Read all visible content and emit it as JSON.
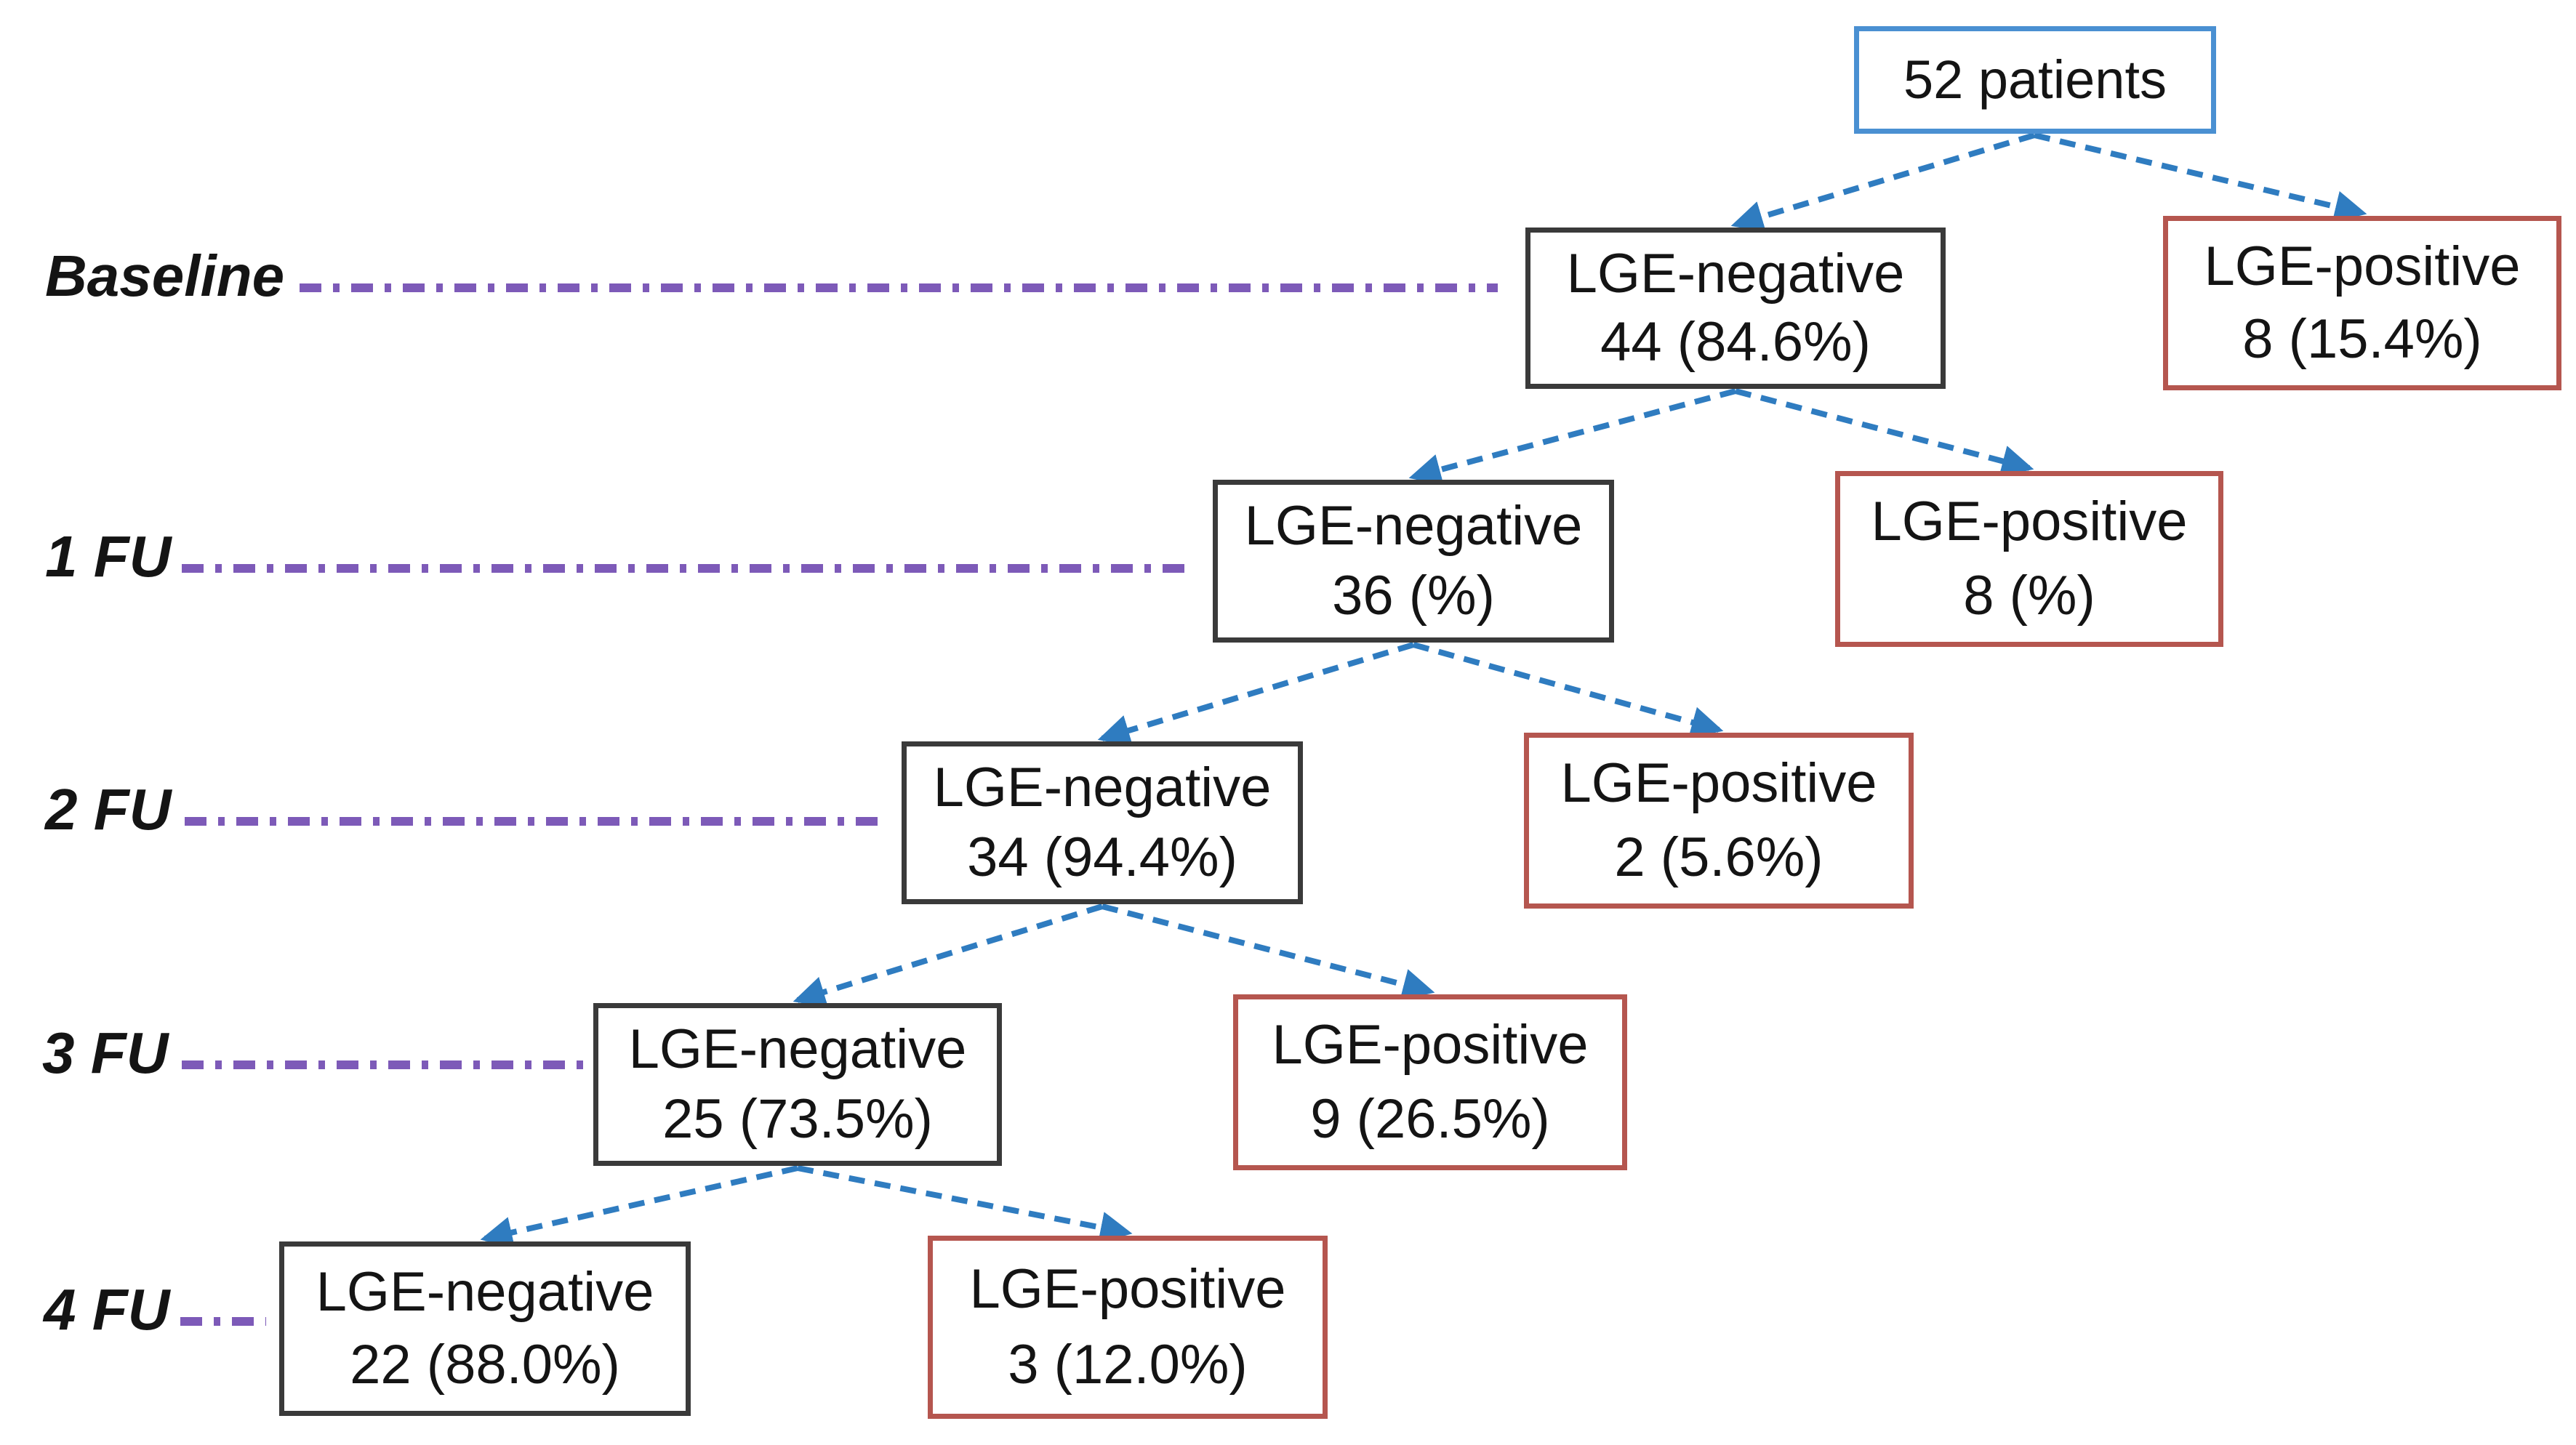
{
  "diagram": {
    "root": {
      "label": "52 patients"
    },
    "levels": [
      {
        "label": "Baseline",
        "negative": {
          "title": "LGE-negative",
          "count": "44 (84.6%)"
        },
        "positive": {
          "title": "LGE-positive",
          "count": "8 (15.4%)"
        }
      },
      {
        "label": "1 FU",
        "negative": {
          "title": "LGE-negative",
          "count": "36 (%)"
        },
        "positive": {
          "title": "LGE-positive",
          "count": "8 (%)"
        }
      },
      {
        "label": "2 FU",
        "negative": {
          "title": "LGE-negative",
          "count": "34 (94.4%)"
        },
        "positive": {
          "title": "LGE-positive",
          "count": "2 (5.6%)"
        }
      },
      {
        "label": "3 FU",
        "negative": {
          "title": "LGE-negative",
          "count": "25 (73.5%)"
        },
        "positive": {
          "title": "LGE-positive",
          "count": "9 (26.5%)"
        }
      },
      {
        "label": "4 FU",
        "negative": {
          "title": "LGE-negative",
          "count": "22 (88.0%)"
        },
        "positive": {
          "title": "LGE-positive",
          "count": "3 (12.0%)"
        }
      }
    ],
    "colors": {
      "root_border": "#4a90d2",
      "negative_border": "#3a3a3a",
      "positive_border": "#b5564f",
      "arrow": "#2f7cc0",
      "timeline": "#7d5ab8",
      "text": "#141414",
      "background": "#ffffff"
    }
  }
}
